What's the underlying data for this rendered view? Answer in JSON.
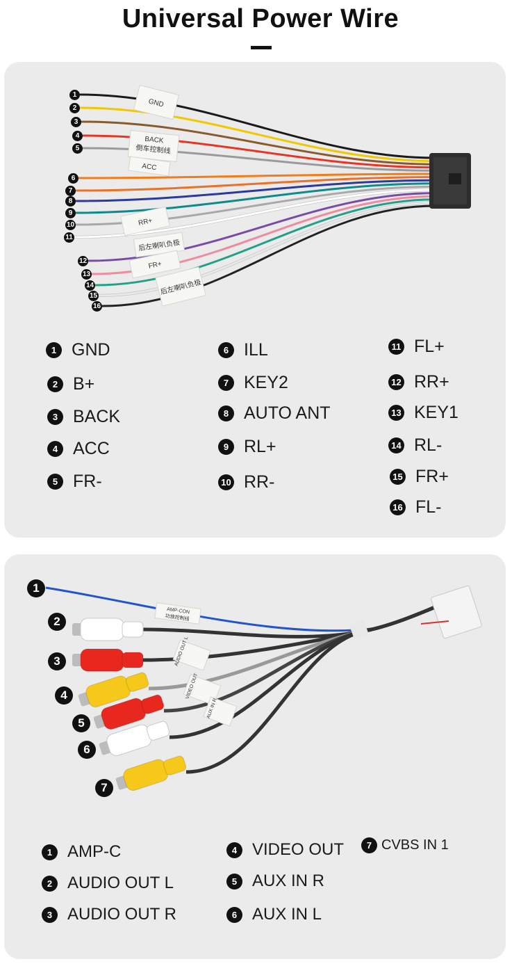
{
  "title": "Universal Power Wire",
  "power_harness": {
    "legend": [
      {
        "num": "1",
        "label": "GND"
      },
      {
        "num": "2",
        "label": "B+"
      },
      {
        "num": "3",
        "label": "BACK"
      },
      {
        "num": "4",
        "label": "ACC"
      },
      {
        "num": "5",
        "label": "FR-"
      },
      {
        "num": "6",
        "label": "ILL"
      },
      {
        "num": "7",
        "label": "KEY2"
      },
      {
        "num": "8",
        "label": "AUTO ANT"
      },
      {
        "num": "9",
        "label": "RL+"
      },
      {
        "num": "10",
        "label": "RR-"
      },
      {
        "num": "11",
        "label": "FL+"
      },
      {
        "num": "12",
        "label": "RR+"
      },
      {
        "num": "13",
        "label": "KEY1"
      },
      {
        "num": "14",
        "label": "RL-"
      },
      {
        "num": "15",
        "label": "FR+"
      },
      {
        "num": "16",
        "label": "FL-"
      }
    ],
    "tag_labels": [
      "GND",
      "BACK",
      "倒车控制线",
      "ACC",
      "RR+",
      "后左喇叭负极",
      "FR+",
      "后左喇叭负极"
    ],
    "wire_colors": [
      "#1a1a1a",
      "#f0c800",
      "#8a5a2b",
      "#e53525",
      "#9a9a9a",
      "#f07d1a",
      "#e8722a",
      "#2b3a9c",
      "#0f8a8a",
      "#a8a8a8",
      "#ffffff",
      "#7a4aa8",
      "#f08aa0",
      "#24a08a",
      "#e8e8e8",
      "#222222"
    ]
  },
  "rca_harness": {
    "legend": [
      {
        "num": "1",
        "label": "AMP-C"
      },
      {
        "num": "2",
        "label": "AUDIO OUT L"
      },
      {
        "num": "3",
        "label": "AUDIO OUT R"
      },
      {
        "num": "4",
        "label": "VIDEO OUT"
      },
      {
        "num": "5",
        "label": "AUX IN R"
      },
      {
        "num": "6",
        "label": "AUX IN L"
      },
      {
        "num": "7",
        "label": "CVBS IN 1"
      }
    ],
    "tag_labels": [
      "AMP-CON",
      "功放控制线",
      "AUDIO OUT L",
      "VIDEO OUT",
      "AUX IN R"
    ],
    "plug_colors": [
      "#ffffff",
      "#e8281e",
      "#f6c81a",
      "#e8281e",
      "#ffffff",
      "#f6c81a"
    ],
    "wire_colors": [
      "#2255cc",
      "#333333",
      "#333333",
      "#999999",
      "#444444",
      "#333333",
      "#333333"
    ]
  }
}
